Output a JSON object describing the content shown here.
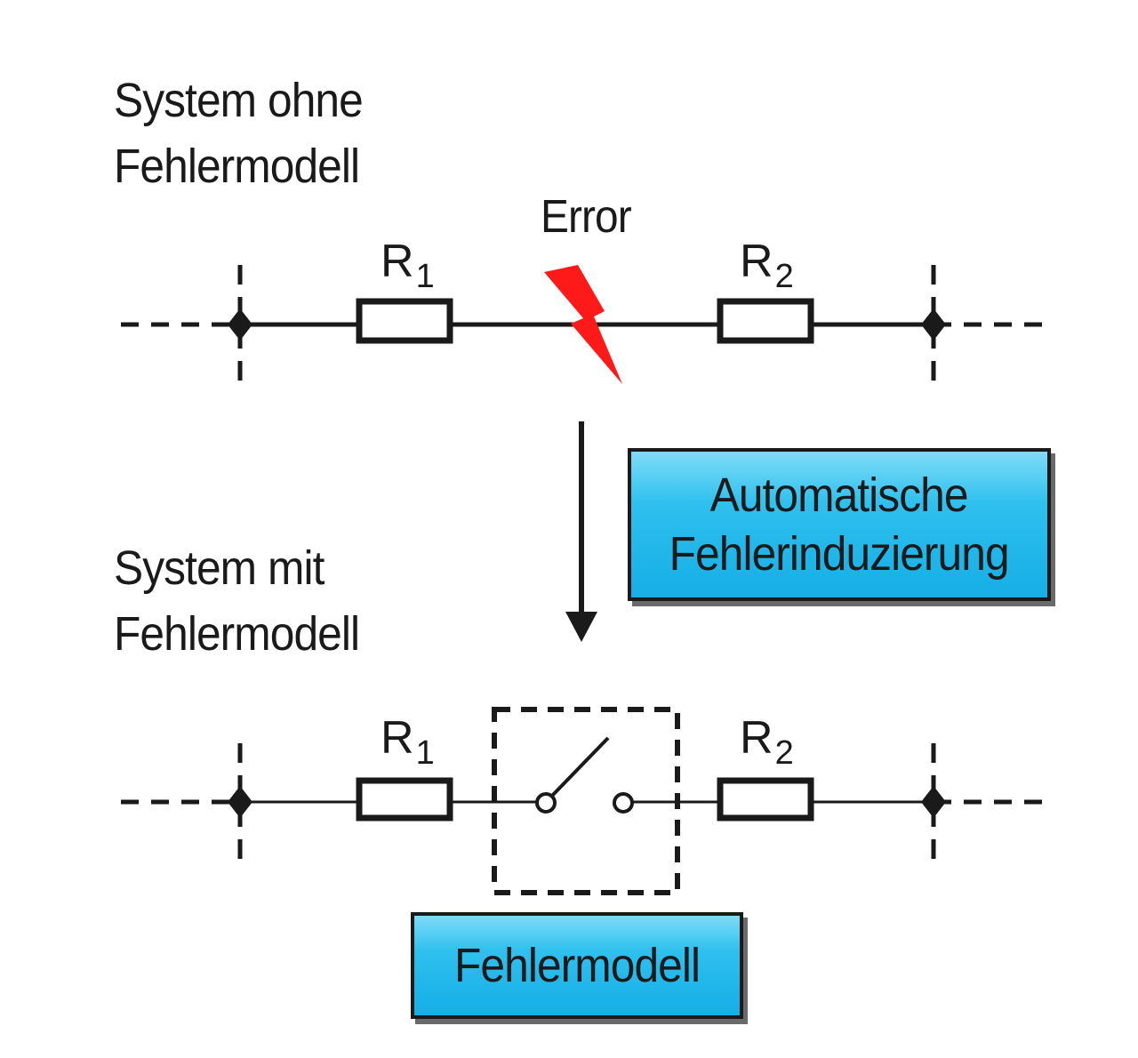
{
  "diagram": {
    "top_system": {
      "heading_line1": "System ohne",
      "heading_line2": "Fehlermodell",
      "error_label": "Error",
      "r1_label": "R",
      "r1_sub": "1",
      "r2_label": "R",
      "r2_sub": "2"
    },
    "bottom_system": {
      "heading_line1": "System mit",
      "heading_line2": "Fehlermodell",
      "r1_label": "R",
      "r1_sub": "1",
      "r2_label": "R",
      "r2_sub": "2"
    },
    "transformation_box": {
      "line1": "Automatische",
      "line2": "Fehlerinduzierung"
    },
    "fault_model_box": {
      "label": "Fehlermodell"
    },
    "colors": {
      "box_fill": "#2fc0ee",
      "error_bolt": "#ff1a1a",
      "line": "#1a1a1a"
    },
    "icons": {
      "error": "lightning-bolt-icon",
      "switch": "open-switch-icon"
    }
  }
}
